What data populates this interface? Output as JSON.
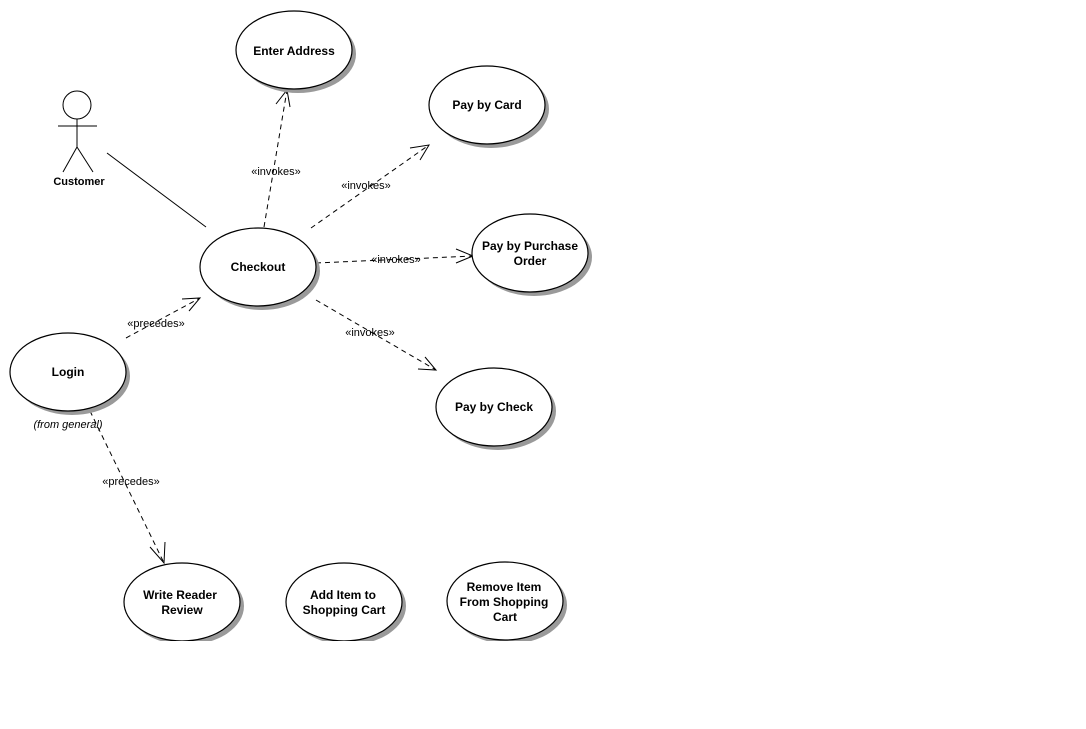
{
  "actor": {
    "name": "Customer"
  },
  "use_cases": {
    "enter_address": [
      "Enter Address"
    ],
    "pay_by_card": [
      "Pay by Card"
    ],
    "checkout": [
      "Checkout"
    ],
    "pay_by_po": [
      "Pay by Purchase",
      "Order"
    ],
    "login": [
      "Login"
    ],
    "pay_by_check": [
      "Pay by Check"
    ],
    "write_review": [
      "Write Reader",
      "Review"
    ],
    "add_item": [
      "Add Item to",
      "Shopping Cart"
    ],
    "remove_item": [
      "Remove Item",
      "From Shopping",
      "Cart"
    ]
  },
  "notes": {
    "login_from": "(from general)"
  },
  "relations": {
    "checkout_enter_address": "«invokes»",
    "checkout_pay_card": "«invokes»",
    "checkout_pay_po": "«invokes»",
    "checkout_pay_check": "«invokes»",
    "login_checkout": "«precedes»",
    "login_write_review": "«precedes»"
  }
}
